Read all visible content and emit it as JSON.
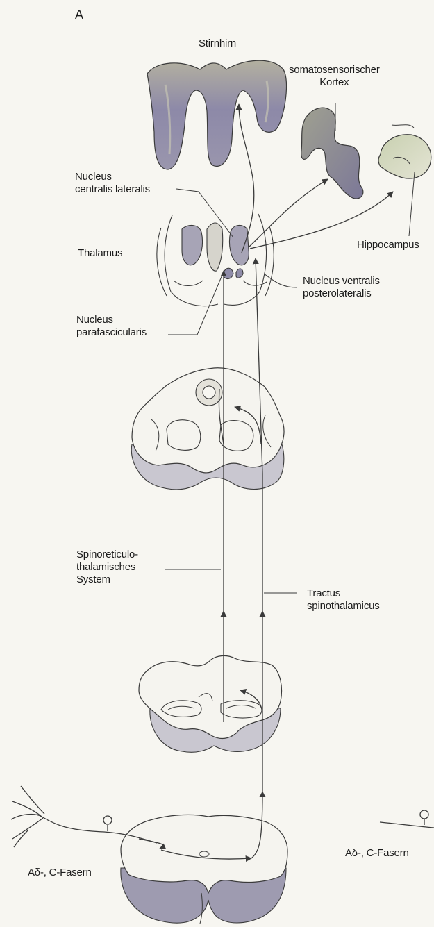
{
  "panel_letter": "A",
  "labels": {
    "stirnhirn": "Stirnhirn",
    "somatosensory_cortex": [
      "somatosensorischer",
      "Kortex"
    ],
    "nucleus_centralis_lateralis": [
      "Nucleus",
      "centralis lateralis"
    ],
    "thalamus": "Thalamus",
    "hippocampus": "Hippocampus",
    "nucleus_ventralis_posterolateralis": [
      "Nucleus ventralis",
      "posterolateralis"
    ],
    "nucleus_parafascicularis": [
      "Nucleus",
      "parafascicularis"
    ],
    "spinoreticulothalamic_system": [
      "Spinoreticulo-",
      "thalamisches",
      "System"
    ],
    "tractus_spinothalamicus": [
      "Tractus",
      "spinothalamicus"
    ],
    "fibers_left": "Aδ-, C-Fasern",
    "fibers_right": "Aδ-, C-Fasern"
  },
  "colors": {
    "background": "#f7f6f1",
    "line": "#3a3a3a",
    "cortex_fill": "#8f8ca8",
    "cortex_light": "#c9c8b8",
    "section_shade": "#b9b7c4"
  }
}
